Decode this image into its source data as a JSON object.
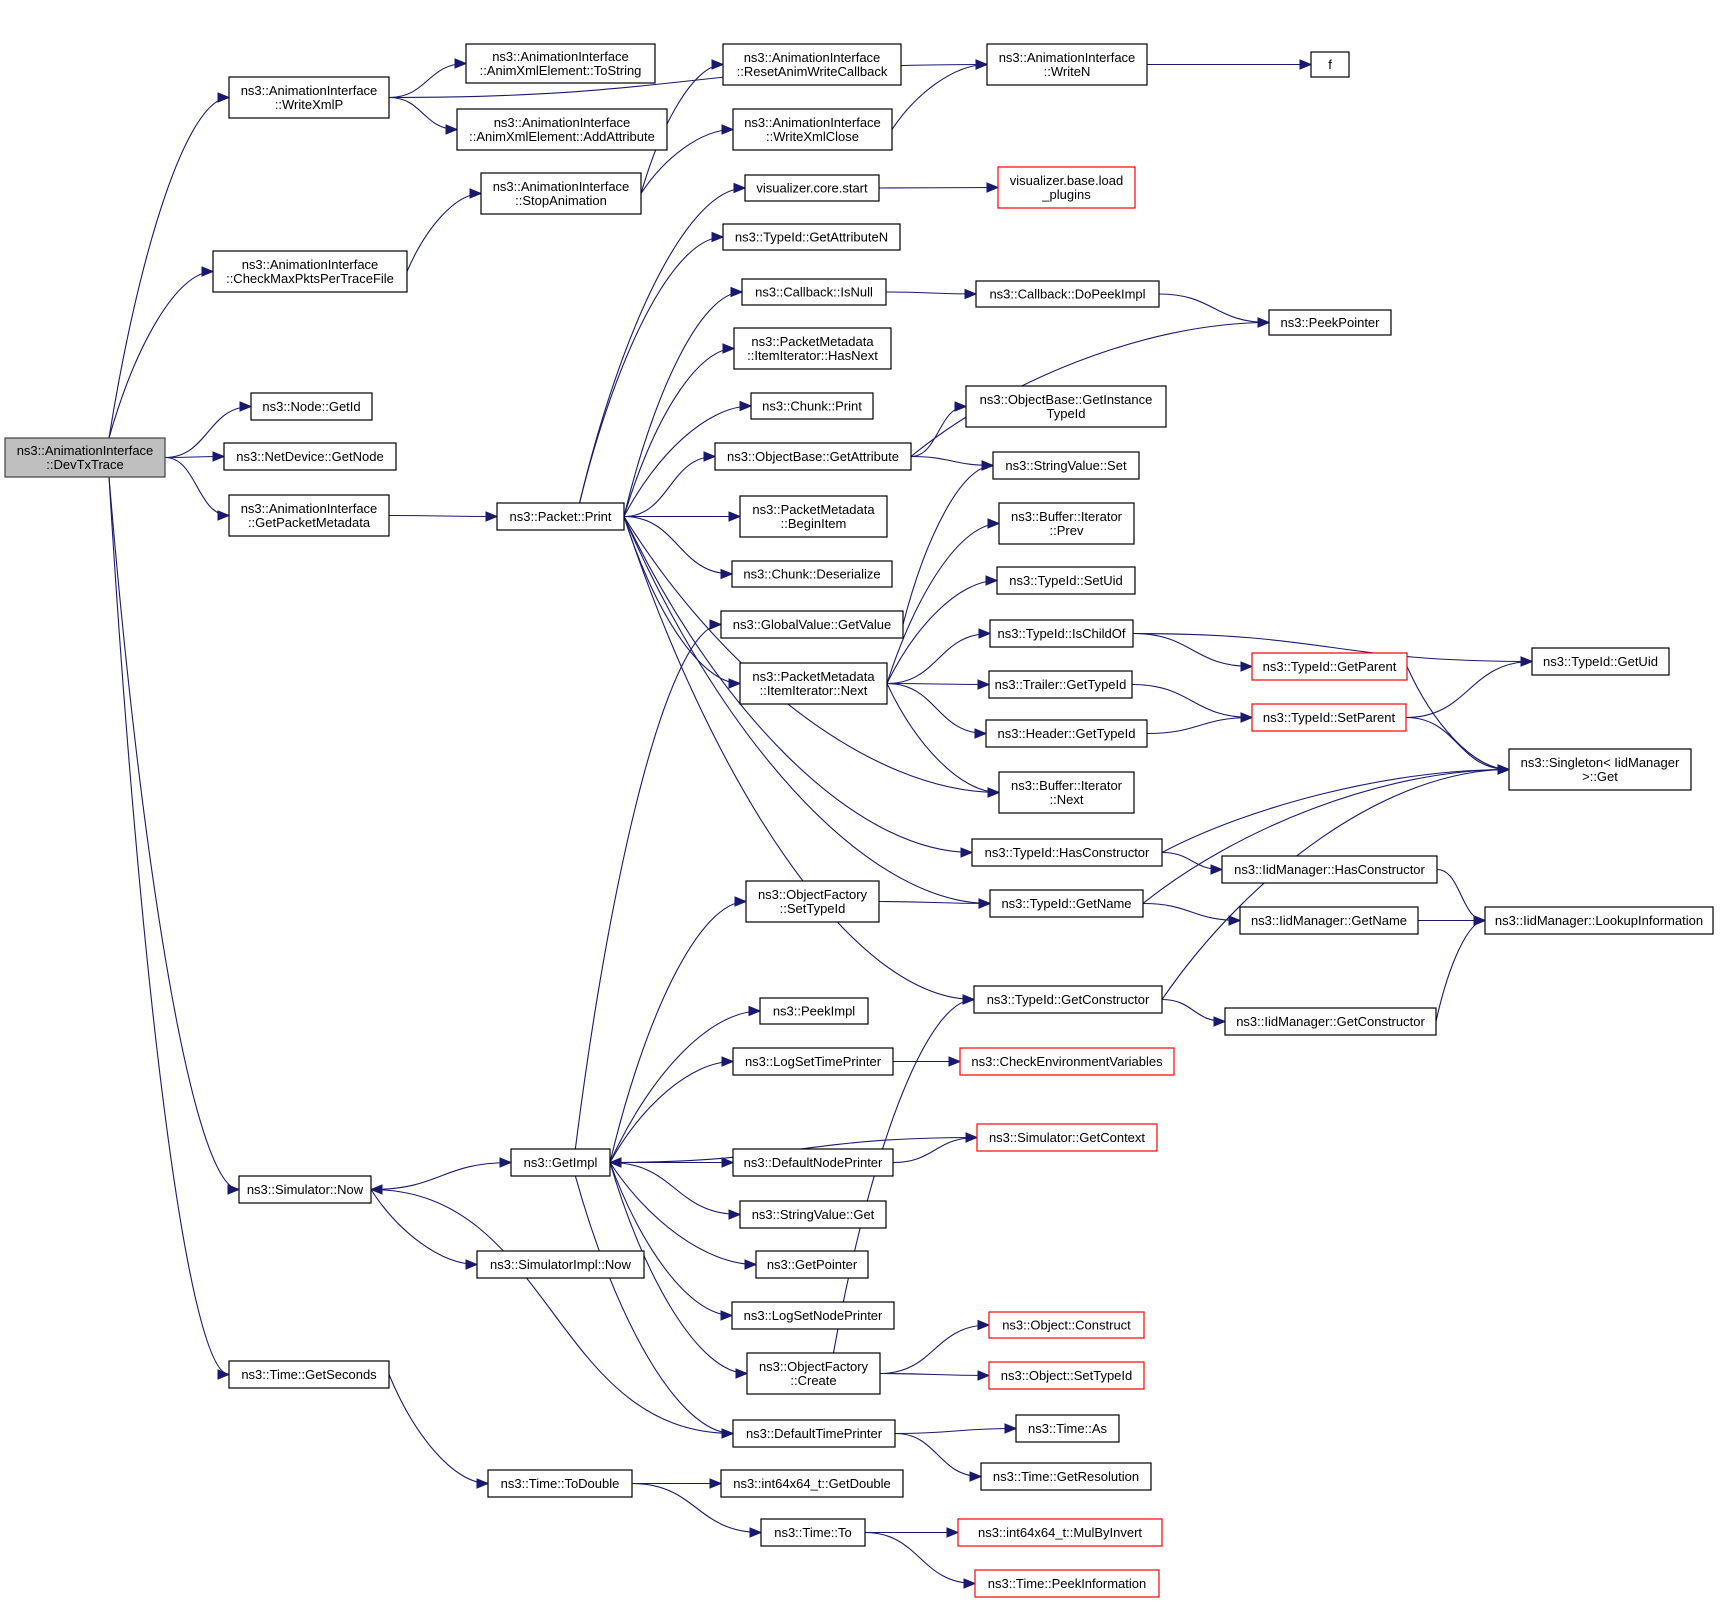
{
  "title": "Call graph of ns3::AnimationInterface::DevTxTrace",
  "colors": {
    "edge": "#191970",
    "root_fill": "#bfbfbf",
    "node_border": "#000000",
    "truncated_border": "#ff0000"
  },
  "nodes": [
    {
      "id": "devtxtrace",
      "lines": [
        "ns3::AnimationInterface",
        "::DevTxTrace"
      ],
      "style": "root"
    },
    {
      "id": "writexmlp",
      "lines": [
        "ns3::AnimationInterface",
        "::WriteXmlP"
      ]
    },
    {
      "id": "tostring",
      "lines": [
        "ns3::AnimationInterface",
        "::AnimXmlElement::ToString"
      ]
    },
    {
      "id": "addattribute",
      "lines": [
        "ns3::AnimationInterface",
        "::AnimXmlElement::AddAttribute"
      ]
    },
    {
      "id": "stopanimation",
      "lines": [
        "ns3::AnimationInterface",
        "::StopAnimation"
      ]
    },
    {
      "id": "checkmaxpkts",
      "lines": [
        "ns3::AnimationInterface",
        "::CheckMaxPktsPerTraceFile"
      ]
    },
    {
      "id": "node-getid",
      "lines": [
        "ns3::Node::GetId"
      ]
    },
    {
      "id": "netdevice-getnode",
      "lines": [
        "ns3::NetDevice::GetNode"
      ]
    },
    {
      "id": "getpacketmetadata",
      "lines": [
        "ns3::AnimationInterface",
        "::GetPacketMetadata"
      ]
    },
    {
      "id": "packet-print",
      "lines": [
        "ns3::Packet::Print"
      ]
    },
    {
      "id": "resetanimwritecallback",
      "lines": [
        "ns3::AnimationInterface",
        "::ResetAnimWriteCallback"
      ]
    },
    {
      "id": "writexmlclose",
      "lines": [
        "ns3::AnimationInterface",
        "::WriteXmlClose"
      ]
    },
    {
      "id": "writen",
      "lines": [
        "ns3::AnimationInterface",
        "::WriteN"
      ]
    },
    {
      "id": "f",
      "lines": [
        "f"
      ]
    },
    {
      "id": "viz-core-start",
      "lines": [
        "visualizer.core.start"
      ]
    },
    {
      "id": "viz-base-load-plugins",
      "lines": [
        "visualizer.base.load",
        "_plugins"
      ],
      "style": "red"
    },
    {
      "id": "typeid-getattributen",
      "lines": [
        "ns3::TypeId::GetAttributeN"
      ]
    },
    {
      "id": "callback-isnull",
      "lines": [
        "ns3::Callback::IsNull"
      ]
    },
    {
      "id": "callback-dopeekimpl",
      "lines": [
        "ns3::Callback::DoPeekImpl"
      ]
    },
    {
      "id": "peekpointer",
      "lines": [
        "ns3::PeekPointer"
      ]
    },
    {
      "id": "pm-hasnext",
      "lines": [
        "ns3::PacketMetadata",
        "::ItemIterator::HasNext"
      ]
    },
    {
      "id": "chunk-print",
      "lines": [
        "ns3::Chunk::Print"
      ]
    },
    {
      "id": "objectbase-getinstancetypeid",
      "lines": [
        "ns3::ObjectBase::GetInstance",
        "TypeId"
      ]
    },
    {
      "id": "objectbase-getattribute",
      "lines": [
        "ns3::ObjectBase::GetAttribute"
      ]
    },
    {
      "id": "stringvalue-set",
      "lines": [
        "ns3::StringValue::Set"
      ]
    },
    {
      "id": "pm-beginitem",
      "lines": [
        "ns3::PacketMetadata",
        "::BeginItem"
      ]
    },
    {
      "id": "buffer-iterator-prev",
      "lines": [
        "ns3::Buffer::Iterator",
        "::Prev"
      ]
    },
    {
      "id": "chunk-deserialize",
      "lines": [
        "ns3::Chunk::Deserialize"
      ]
    },
    {
      "id": "typeid-setuid",
      "lines": [
        "ns3::TypeId::SetUid"
      ]
    },
    {
      "id": "globalvalue-getvalue",
      "lines": [
        "ns3::GlobalValue::GetValue"
      ]
    },
    {
      "id": "pm-next",
      "lines": [
        "ns3::PacketMetadata",
        "::ItemIterator::Next"
      ]
    },
    {
      "id": "typeid-ischildof",
      "lines": [
        "ns3::TypeId::IsChildOf"
      ]
    },
    {
      "id": "typeid-getparent",
      "lines": [
        "ns3::TypeId::GetParent"
      ],
      "style": "red"
    },
    {
      "id": "typeid-getuid",
      "lines": [
        "ns3::TypeId::GetUid"
      ]
    },
    {
      "id": "trailer-gettypeid",
      "lines": [
        "ns3::Trailer::GetTypeId"
      ]
    },
    {
      "id": "typeid-setparent",
      "lines": [
        "ns3::TypeId::SetParent"
      ],
      "style": "red"
    },
    {
      "id": "header-gettypeid",
      "lines": [
        "ns3::Header::GetTypeId"
      ]
    },
    {
      "id": "singleton-get",
      "lines": [
        "ns3::Singleton< IidManager",
        ">::Get"
      ]
    },
    {
      "id": "buffer-iterator-next",
      "lines": [
        "ns3::Buffer::Iterator",
        "::Next"
      ]
    },
    {
      "id": "typeid-hasconstructor",
      "lines": [
        "ns3::TypeId::HasConstructor"
      ]
    },
    {
      "id": "iid-hasconstructor",
      "lines": [
        "ns3::IidManager::HasConstructor"
      ]
    },
    {
      "id": "objectfactory-settypeid",
      "lines": [
        "ns3::ObjectFactory",
        "::SetTypeId"
      ]
    },
    {
      "id": "typeid-getname",
      "lines": [
        "ns3::TypeId::GetName"
      ]
    },
    {
      "id": "iid-getname",
      "lines": [
        "ns3::IidManager::GetName"
      ]
    },
    {
      "id": "iid-lookupinformation",
      "lines": [
        "ns3::IidManager::LookupInformation"
      ]
    },
    {
      "id": "typeid-getconstructor",
      "lines": [
        "ns3::TypeId::GetConstructor"
      ]
    },
    {
      "id": "iid-getconstructor",
      "lines": [
        "ns3::IidManager::GetConstructor"
      ]
    },
    {
      "id": "peekimpl",
      "lines": [
        "ns3::PeekImpl"
      ]
    },
    {
      "id": "logsettimeprinter",
      "lines": [
        "ns3::LogSetTimePrinter"
      ]
    },
    {
      "id": "checkenvvars",
      "lines": [
        "ns3::CheckEnvironmentVariables"
      ],
      "style": "red"
    },
    {
      "id": "simulator-getcontext",
      "lines": [
        "ns3::Simulator::GetContext"
      ],
      "style": "red"
    },
    {
      "id": "getimpl",
      "lines": [
        "ns3::GetImpl"
      ]
    },
    {
      "id": "simulator-now",
      "lines": [
        "ns3::Simulator::Now"
      ]
    },
    {
      "id": "defaultnodeprinter",
      "lines": [
        "ns3::DefaultNodePrinter"
      ]
    },
    {
      "id": "stringvalue-get",
      "lines": [
        "ns3::StringValue::Get"
      ]
    },
    {
      "id": "simulatorimpl-now",
      "lines": [
        "ns3::SimulatorImpl::Now"
      ]
    },
    {
      "id": "getpointer",
      "lines": [
        "ns3::GetPointer"
      ]
    },
    {
      "id": "logsetnodeprinter",
      "lines": [
        "ns3::LogSetNodePrinter"
      ]
    },
    {
      "id": "object-construct",
      "lines": [
        "ns3::Object::Construct"
      ],
      "style": "red"
    },
    {
      "id": "objectfactory-create",
      "lines": [
        "ns3::ObjectFactory",
        "::Create"
      ]
    },
    {
      "id": "object-settypeid",
      "lines": [
        "ns3::Object::SetTypeId"
      ],
      "style": "red"
    },
    {
      "id": "time-getseconds",
      "lines": [
        "ns3::Time::GetSeconds"
      ]
    },
    {
      "id": "defaulttimeprinter",
      "lines": [
        "ns3::DefaultTimePrinter"
      ]
    },
    {
      "id": "time-as",
      "lines": [
        "ns3::Time::As"
      ]
    },
    {
      "id": "time-getresolution",
      "lines": [
        "ns3::Time::GetResolution"
      ]
    },
    {
      "id": "time-todouble",
      "lines": [
        "ns3::Time::ToDouble"
      ]
    },
    {
      "id": "int64-getdouble",
      "lines": [
        "ns3::int64x64_t::GetDouble"
      ]
    },
    {
      "id": "int64-mulbyinvert",
      "lines": [
        "ns3::int64x64_t::MulByInvert"
      ],
      "style": "red"
    },
    {
      "id": "time-to",
      "lines": [
        "ns3::Time::To"
      ]
    },
    {
      "id": "time-peekinformation",
      "lines": [
        "ns3::Time::PeekInformation"
      ],
      "style": "red"
    }
  ],
  "edges": [
    [
      "devtxtrace",
      "writexmlp"
    ],
    [
      "devtxtrace",
      "checkmaxpkts"
    ],
    [
      "devtxtrace",
      "node-getid"
    ],
    [
      "devtxtrace",
      "netdevice-getnode"
    ],
    [
      "devtxtrace",
      "getpacketmetadata"
    ],
    [
      "devtxtrace",
      "simulator-now"
    ],
    [
      "devtxtrace",
      "time-getseconds"
    ],
    [
      "writexmlp",
      "tostring"
    ],
    [
      "writexmlp",
      "addattribute"
    ],
    [
      "writexmlp",
      "writen"
    ],
    [
      "checkmaxpkts",
      "stopanimation"
    ],
    [
      "stopanimation",
      "resetanimwritecallback"
    ],
    [
      "stopanimation",
      "writexmlclose"
    ],
    [
      "writexmlclose",
      "writen"
    ],
    [
      "writen",
      "f"
    ],
    [
      "getpacketmetadata",
      "packet-print"
    ],
    [
      "packet-print",
      "viz-core-start"
    ],
    [
      "packet-print",
      "typeid-getattributen"
    ],
    [
      "packet-print",
      "callback-isnull"
    ],
    [
      "packet-print",
      "pm-hasnext"
    ],
    [
      "packet-print",
      "chunk-print"
    ],
    [
      "packet-print",
      "objectbase-getattribute"
    ],
    [
      "packet-print",
      "pm-beginitem"
    ],
    [
      "packet-print",
      "chunk-deserialize"
    ],
    [
      "packet-print",
      "pm-next"
    ],
    [
      "packet-print",
      "buffer-iterator-next"
    ],
    [
      "packet-print",
      "typeid-hasconstructor"
    ],
    [
      "packet-print",
      "typeid-getname"
    ],
    [
      "packet-print",
      "typeid-getconstructor"
    ],
    [
      "viz-core-start",
      "viz-base-load-plugins"
    ],
    [
      "callback-isnull",
      "callback-dopeekimpl"
    ],
    [
      "callback-dopeekimpl",
      "peekpointer"
    ],
    [
      "objectbase-getattribute",
      "peekpointer"
    ],
    [
      "objectbase-getattribute",
      "objectbase-getinstancetypeid"
    ],
    [
      "objectbase-getattribute",
      "stringvalue-set"
    ],
    [
      "globalvalue-getvalue",
      "stringvalue-set"
    ],
    [
      "pm-next",
      "buffer-iterator-prev"
    ],
    [
      "pm-next",
      "typeid-setuid"
    ],
    [
      "pm-next",
      "typeid-ischildof"
    ],
    [
      "pm-next",
      "trailer-gettypeid"
    ],
    [
      "pm-next",
      "header-gettypeid"
    ],
    [
      "pm-next",
      "buffer-iterator-next"
    ],
    [
      "typeid-ischildof",
      "typeid-getuid"
    ],
    [
      "typeid-ischildof",
      "typeid-getparent"
    ],
    [
      "trailer-gettypeid",
      "typeid-setparent"
    ],
    [
      "header-gettypeid",
      "typeid-setparent"
    ],
    [
      "typeid-getparent",
      "singleton-get"
    ],
    [
      "typeid-setparent",
      "typeid-getuid"
    ],
    [
      "typeid-setparent",
      "singleton-get"
    ],
    [
      "typeid-hasconstructor",
      "singleton-get"
    ],
    [
      "typeid-hasconstructor",
      "iid-hasconstructor"
    ],
    [
      "typeid-getname",
      "singleton-get"
    ],
    [
      "typeid-getname",
      "iid-getname"
    ],
    [
      "iid-hasconstructor",
      "iid-lookupinformation"
    ],
    [
      "iid-getname",
      "iid-lookupinformation"
    ],
    [
      "objectfactory-settypeid",
      "typeid-getname"
    ],
    [
      "typeid-getconstructor",
      "singleton-get"
    ],
    [
      "typeid-getconstructor",
      "iid-getconstructor"
    ],
    [
      "iid-getconstructor",
      "iid-lookupinformation"
    ],
    [
      "simulator-now",
      "getimpl"
    ],
    [
      "simulator-now",
      "simulatorimpl-now"
    ],
    [
      "getimpl",
      "globalvalue-getvalue"
    ],
    [
      "getimpl",
      "objectfactory-settypeid"
    ],
    [
      "getimpl",
      "peekimpl"
    ],
    [
      "getimpl",
      "logsettimeprinter"
    ],
    [
      "getimpl",
      "defaultnodeprinter"
    ],
    [
      "getimpl",
      "stringvalue-get"
    ],
    [
      "getimpl",
      "getpointer"
    ],
    [
      "getimpl",
      "logsetnodeprinter"
    ],
    [
      "getimpl",
      "objectfactory-create"
    ],
    [
      "getimpl",
      "defaulttimeprinter"
    ],
    [
      "logsettimeprinter",
      "checkenvvars"
    ],
    [
      "defaultnodeprinter",
      "simulator-getcontext"
    ],
    [
      "simulator-getcontext",
      "getimpl"
    ],
    [
      "objectfactory-create",
      "typeid-getconstructor"
    ],
    [
      "objectfactory-create",
      "object-construct"
    ],
    [
      "objectfactory-create",
      "object-settypeid"
    ],
    [
      "defaulttimeprinter",
      "simulator-now"
    ],
    [
      "defaulttimeprinter",
      "time-as"
    ],
    [
      "defaulttimeprinter",
      "time-getresolution"
    ],
    [
      "time-getseconds",
      "time-todouble"
    ],
    [
      "time-todouble",
      "int64-getdouble"
    ],
    [
      "time-todouble",
      "time-to"
    ],
    [
      "time-to",
      "int64-mulbyinvert"
    ],
    [
      "time-to",
      "time-peekinformation"
    ]
  ]
}
